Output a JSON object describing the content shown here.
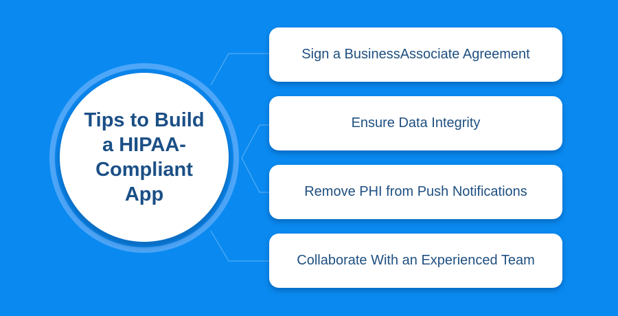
{
  "hub": {
    "title": "Tips to Build a HIPAA-Compliant App",
    "lines": [
      "Tips to Build",
      "a HIPAA-",
      "Compliant",
      "App"
    ]
  },
  "tips": [
    {
      "label": "Sign a BusinessAssociate Agreement"
    },
    {
      "label": "Ensure Data Integrity"
    },
    {
      "label": "Remove PHI from Push Notifications"
    },
    {
      "label": "Collaborate With an Experienced Team"
    }
  ],
  "colors": {
    "background": "#0a8af0",
    "ring": "#4ea6f8",
    "hub_text": "#1b4f86",
    "card_text": "#1e4f80",
    "card_bg": "#ffffff",
    "connector": "#5fb0f7"
  }
}
